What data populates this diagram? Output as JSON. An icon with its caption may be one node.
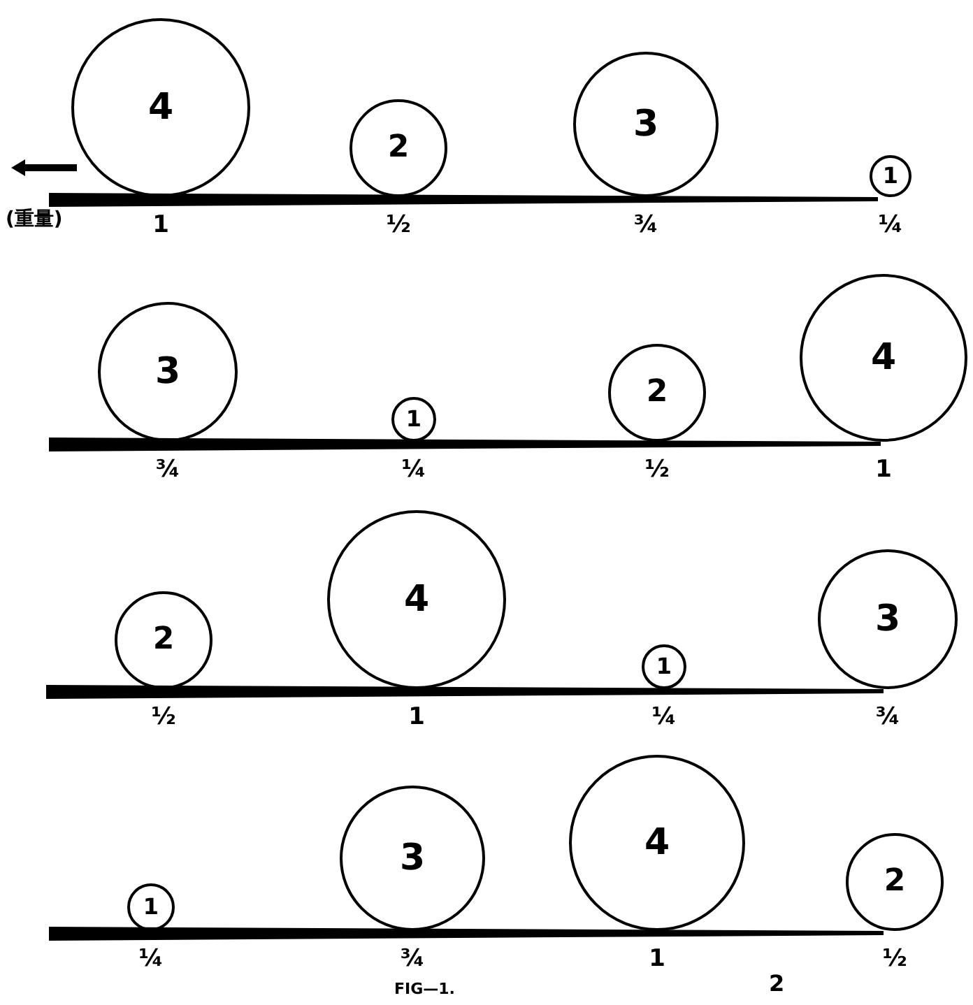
{
  "diagram": {
    "caption": "FIG—1.",
    "nodes": [
      {
        "text": [
          "4"
        ],
        "beside": [
          "1"
        ]
      },
      {
        "text": [
          "2"
        ],
        "beside": [
          "½"
        ]
      },
      {
        "text": [
          "3"
        ],
        "beside": [
          "¾"
        ]
      },
      {
        "text": [
          "1"
        ],
        "beside": [
          "¼"
        ]
      },
      {
        "text": [
          "3"
        ],
        "beside": [
          "¾"
        ]
      },
      {
        "text": [
          "1"
        ],
        "beside": [
          "¼"
        ]
      },
      {
        "text": [
          "2"
        ],
        "beside": [
          "½"
        ]
      },
      {
        "text": [
          "4"
        ],
        "beside": [
          "1"
        ]
      },
      {
        "text": [
          "2"
        ],
        "beside": [
          "½"
        ]
      },
      {
        "text": [
          "4"
        ],
        "beside": [
          "1"
        ]
      },
      {
        "text": [
          "1"
        ],
        "beside": [
          "¼"
        ]
      },
      {
        "text": [
          "3"
        ],
        "beside": [
          "¾"
        ]
      },
      {
        "text": [
          "1"
        ],
        "beside": [
          "¼"
        ]
      },
      {
        "text": [
          "3"
        ],
        "beside": [
          "¾"
        ]
      },
      {
        "text": [
          "4"
        ],
        "beside": [
          "1"
        ]
      },
      {
        "text": [
          "2"
        ],
        "beside": [
          "½"
        ]
      }
    ],
    "labels": [
      "(重量)",
      "2"
    ]
  }
}
